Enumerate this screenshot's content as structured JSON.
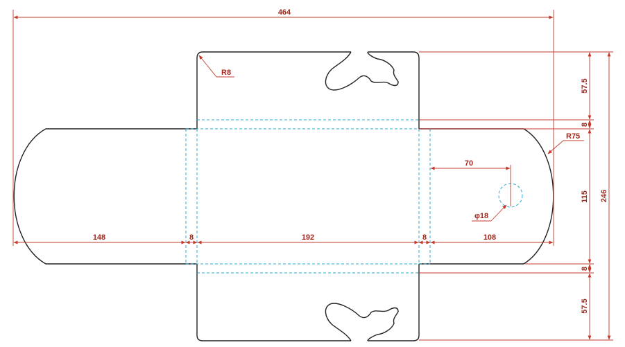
{
  "diagram": {
    "dimensions": {
      "overall_width": "464",
      "left_panel": "148",
      "glue_left": "8",
      "center_panel": "192",
      "glue_right": "8",
      "right_panel": "108",
      "top_flap": "57.5",
      "fold_top": "8",
      "middle_height": "115",
      "fold_bottom": "8",
      "bottom_flap": "57.5",
      "overall_height": "246",
      "hole_offset": "70",
      "corner_radius": "R8",
      "arc_radius": "R75",
      "hole_diameter": "φ18"
    },
    "colors": {
      "outline": "#222222",
      "fold_line": "#2aa8d4",
      "dimension": "#c0392b"
    }
  }
}
